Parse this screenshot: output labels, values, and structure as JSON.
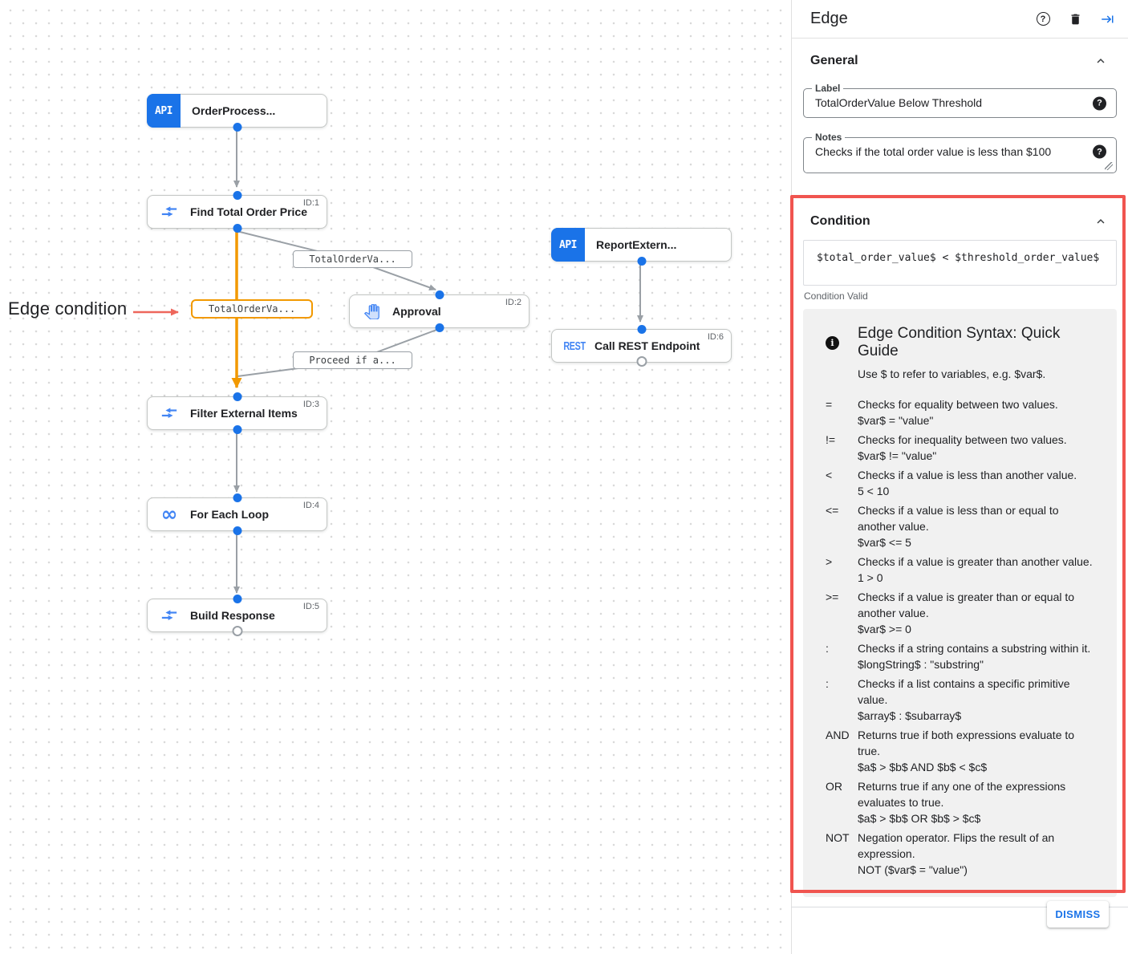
{
  "canvas": {
    "annotation": "Edge condition",
    "nodes": [
      {
        "label": "OrderProcess...",
        "badge": "API"
      },
      {
        "label": "Find Total Order Price",
        "id_label": "ID:1"
      },
      {
        "label": "Approval",
        "id_label": "ID:2"
      },
      {
        "label": "ReportExtern...",
        "badge": "API"
      },
      {
        "label": "Call REST Endpoint",
        "id_label": "ID:6",
        "badge": "REST"
      },
      {
        "label": "Filter External Items",
        "id_label": "ID:3"
      },
      {
        "label": "For Each Loop",
        "id_label": "ID:4",
        "icon_glyph": "∞"
      },
      {
        "label": "Build Response",
        "id_label": "ID:5"
      }
    ],
    "edge_labels": [
      {
        "text": "TotalOrderVa..."
      },
      {
        "text": "TotalOrderVa...",
        "highlighted": true
      },
      {
        "text": "Proceed if a..."
      }
    ]
  },
  "panel": {
    "title": "Edge",
    "general": {
      "heading": "General",
      "label_field": {
        "label": "Label",
        "value": "TotalOrderValue Below Threshold"
      },
      "notes_field": {
        "label": "Notes",
        "value": "Checks if the total order value is less than $100"
      }
    },
    "condition": {
      "heading": "Condition",
      "expression": "$total_order_value$ < $threshold_order_value$",
      "status": "Condition Valid",
      "guide": {
        "info_glyph": "i",
        "title": "Edge Condition Syntax: Quick Guide",
        "subtitle": "Use $ to refer to variables, e.g. $var$.",
        "rows": [
          {
            "op": "=",
            "desc": "Checks for equality between two values.",
            "example": "$var$ = \"value\""
          },
          {
            "op": "!=",
            "desc": "Checks for inequality between two values.",
            "example": "$var$ != \"value\""
          },
          {
            "op": "<",
            "desc": "Checks if a value is less than another value.",
            "example": "5 < 10"
          },
          {
            "op": "<=",
            "desc": "Checks if a value is less than or equal to another value.",
            "example": "$var$ <= 5"
          },
          {
            "op": ">",
            "desc": "Checks if a value is greater than another value.",
            "example": "1 > 0"
          },
          {
            "op": ">=",
            "desc": "Checks if a value is greater than or equal to another value.",
            "example": "$var$ >= 0"
          },
          {
            "op": ":",
            "desc": "Checks if a string contains a substring within it.",
            "example": "$longString$ : \"substring\""
          },
          {
            "op": ":",
            "desc": "Checks if a list contains a specific primitive value.",
            "example": "$array$ : $subarray$"
          },
          {
            "op": "AND",
            "desc": "Returns true if both expressions evaluate to true.",
            "example": "$a$ > $b$ AND $b$ < $c$"
          },
          {
            "op": "OR",
            "desc": "Returns true if any one of the expressions evaluates to true.",
            "example": "$a$ > $b$ OR $b$ > $c$"
          },
          {
            "op": "NOT",
            "desc": "Negation operator. Flips the result of an expression.",
            "example": "NOT ($var$ = \"value\")"
          }
        ]
      }
    },
    "dismiss_label": "DISMISS"
  },
  "colors": {
    "accent_blue": "#1a73e8",
    "icon_blue": "#4285f4",
    "edge_gray": "#9aa0a6",
    "highlight_orange": "#f29900",
    "annotation_red": "#ee675c",
    "callout_red": "#f0544f"
  }
}
